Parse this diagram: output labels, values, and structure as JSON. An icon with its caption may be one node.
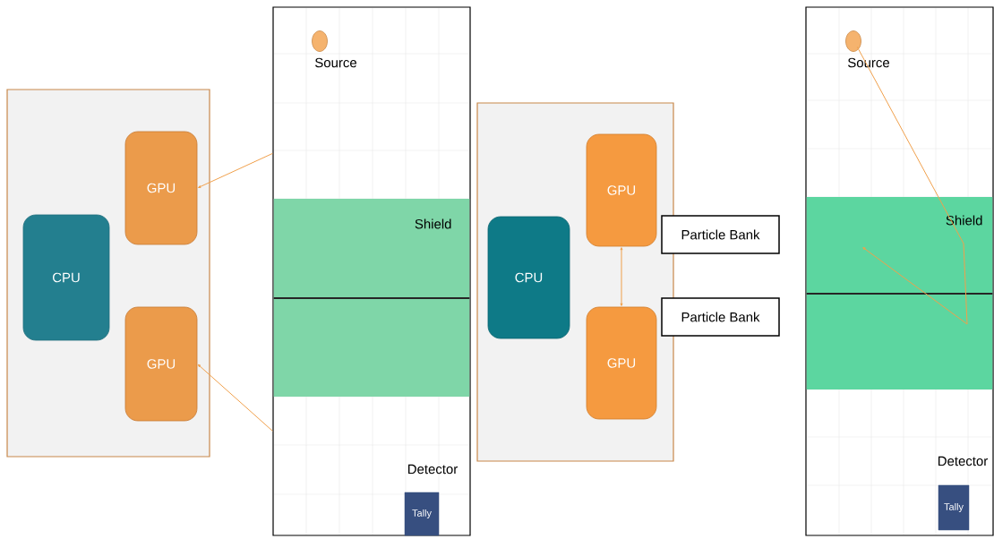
{
  "diagram": {
    "nodes": [
      {
        "text": [],
        "shape": "box"
      },
      {
        "text": [
          "CPU"
        ],
        "in": 0
      },
      {
        "text": [
          "GPU"
        ],
        "in": 0
      },
      {
        "text": [
          "GPU"
        ],
        "in": 0
      },
      {
        "text": [],
        "shape": "box"
      },
      {
        "text": [],
        "shape": "circle",
        "in": 4,
        "beside": [
          "Source"
        ]
      },
      {
        "text": [
          "Shield"
        ],
        "in": 4
      },
      {
        "text": [
          "Tally"
        ],
        "in": 4,
        "beside": [
          "Detector"
        ]
      },
      {
        "text": [],
        "shape": "box"
      },
      {
        "text": [
          "CPU"
        ],
        "in": 8
      },
      {
        "text": [
          "GPU"
        ],
        "in": 8
      },
      {
        "text": [
          "GPU"
        ],
        "in": 8
      },
      {
        "text": [
          "Particle Bank"
        ]
      },
      {
        "text": [
          "Particle Bank"
        ]
      },
      {
        "text": [],
        "shape": "box"
      },
      {
        "text": [],
        "shape": "circle",
        "in": 14,
        "beside": [
          "Source"
        ]
      },
      {
        "text": [
          "Shield"
        ],
        "in": 14
      },
      {
        "text": [
          "Tally"
        ],
        "in": 14,
        "beside": [
          "Detector"
        ]
      }
    ],
    "edges": [
      {
        "from": 4,
        "to": 2,
        "arrow": "to"
      },
      {
        "from": 4,
        "to": 3,
        "arrow": "to"
      },
      {
        "from": 10,
        "to": 11,
        "arrow": "both"
      },
      {
        "from": 15,
        "to": 16,
        "arrow": "to"
      }
    ]
  }
}
